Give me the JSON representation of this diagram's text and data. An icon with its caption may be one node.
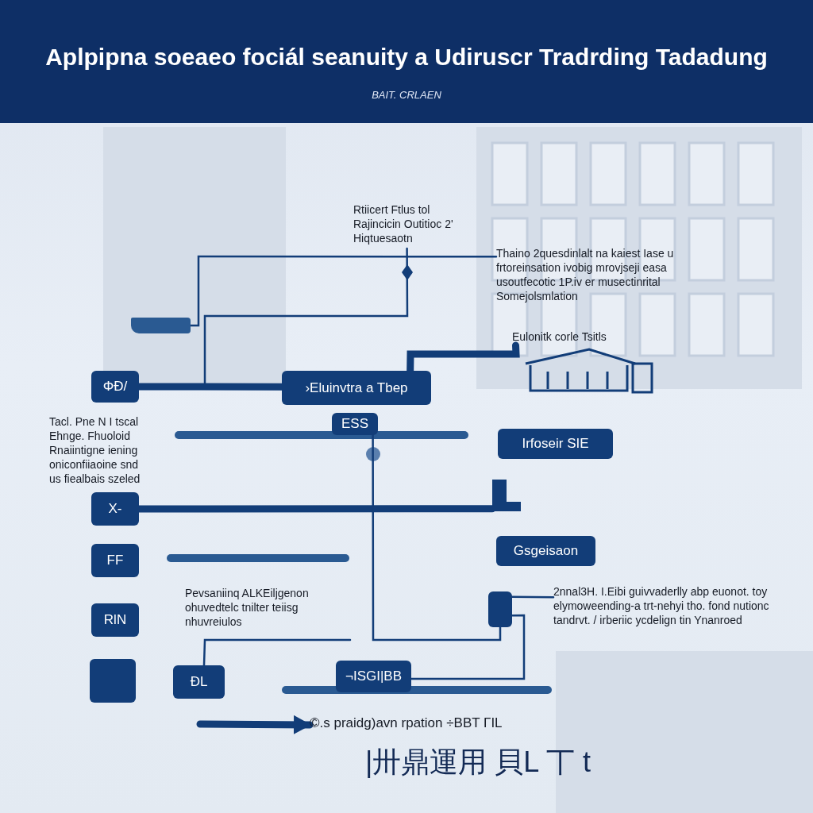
{
  "diagram": {
    "title": "Aplpipna soeaeo fociál seanuity a Udiruscr Tradrding Tadadung",
    "nodes": [
      {
        "text": [
          "Rtiicert Ftlus tol Rajincicin Outitioc 2' Hiqtuesaotn"
        ]
      },
      {
        "text": [
          "Thaino 2quesdinlalt na kaiest Iase u frtoreinsation ivobig mrovjseji easa usoutfecotic 1P.iv er musectinrital Somejolsmlation"
        ]
      },
      {
        "text": [
          "Eulonitk corle Tsitls"
        ]
      },
      {
        "text": [
          "ΦĐ/"
        ]
      },
      {
        "text": [
          "›Eluinvtra a Tbep"
        ]
      },
      {
        "text": [
          "Tacl. Pne N I tscal Ehnge. Fhuoloid Rnaiintigne iening oniconfiiaoine snd us fiealbais szeled"
        ]
      },
      {
        "text": [
          "ESS"
        ]
      },
      {
        "text": [
          "Irfoseir SIE"
        ]
      },
      {
        "text": [
          "X-"
        ]
      },
      {
        "text": [
          "FF"
        ]
      },
      {
        "text": [
          "Gsgeisaon"
        ]
      },
      {
        "text": [
          "Pevsaniinq ALKEiljgenon ohuvedtelc tnilter teiisg nhuvreiulos"
        ]
      },
      {
        "text": [],
        "shape": "box"
      },
      {
        "text": [
          "2nnal3H. I.Eibi guivvaderlly abp euonot. toy elymoweending-a trt-nehyi tho. fond nutionc tandrvt. / irberiic ycdelign tin Ynanroed"
        ]
      },
      {
        "text": [
          "RlN"
        ]
      },
      {
        "text": [],
        "shape": "box"
      },
      {
        "text": [
          "ĐL"
        ]
      },
      {
        "text": [
          "¬ISGI|BB"
        ]
      },
      {
        "text": [
          "©.s praidg)avn rpation ÷BBT ΓΙL"
        ]
      },
      {
        "text": [],
        "shape": "bar"
      },
      {
        "text": [],
        "shape": "boot"
      }
    ],
    "edges": [
      {
        "from": 1,
        "to": 19,
        "arrow": "none"
      },
      {
        "from": 0,
        "to": 4,
        "arrow": "none"
      },
      {
        "from": 3,
        "to": 4,
        "arrow": "none",
        "style": "thick"
      },
      {
        "from": 4,
        "to": 2,
        "arrow": "none",
        "style": "thick"
      },
      {
        "from": 8,
        "to": 20,
        "arrow": "none",
        "style": "thick"
      },
      {
        "from": 17,
        "to": 12,
        "arrow": "none"
      },
      {
        "from": 6,
        "to": 12,
        "arrow": "none"
      },
      {
        "from": null,
        "to": 16,
        "arrow": "none"
      },
      {
        "from": null,
        "to": 18,
        "arrow": "to",
        "style": "thick"
      },
      {
        "from": 12,
        "to": 13,
        "arrow": "none"
      }
    ],
    "labels": [
      "BAIT. CRLAEN",
      "|卅鼎運用 貝L 丅 t"
    ]
  }
}
